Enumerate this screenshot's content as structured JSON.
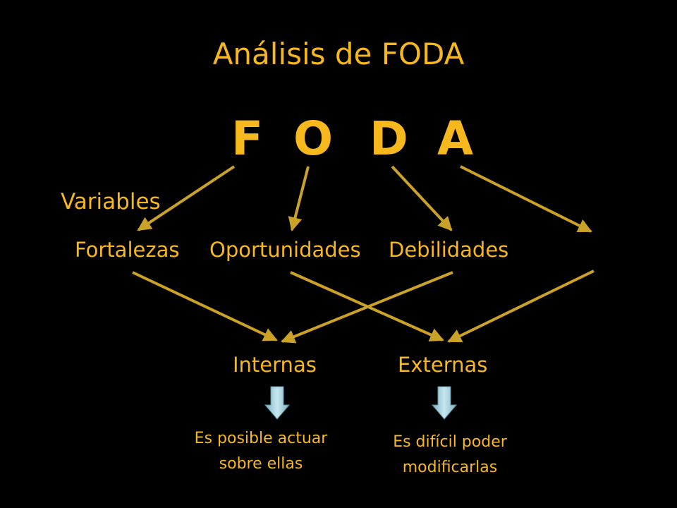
{
  "title": "Análisis de FODA",
  "foda_letters": [
    "F",
    "O",
    "D",
    "A"
  ],
  "variables_label": "Variables",
  "variables": [
    "Fortalezas",
    "Oportunidades",
    "Debilidades"
  ],
  "categories": {
    "internas": "Internas",
    "externas": "Externas"
  },
  "notes": {
    "internas_line1": "Es posible actuar",
    "internas_line2": "sobre ellas",
    "externas_line1": "Es difícil poder",
    "externas_line2": "modificarlas"
  },
  "colors": {
    "text": "#F7B81D",
    "arrow": "#C9A227",
    "down_arrow": "#A7D3E0",
    "background": "#000000"
  }
}
